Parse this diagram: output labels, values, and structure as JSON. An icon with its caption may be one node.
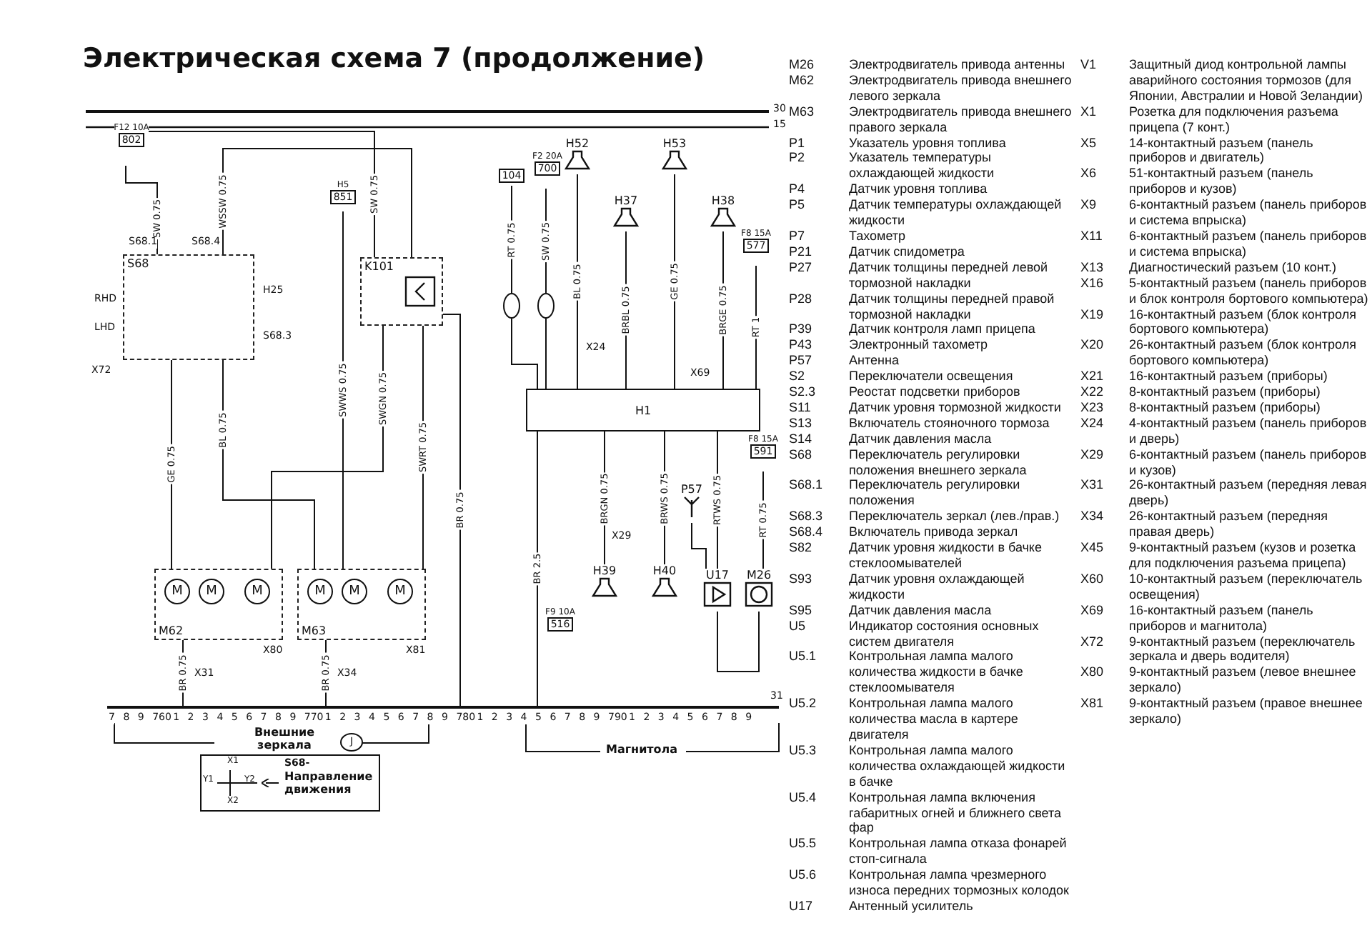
{
  "diagram": {
    "title": "Электрическая схема 7 (продолжение)",
    "nodes": [
      {
        "text": [
          "F12 10A",
          "802"
        ]
      },
      {
        "text": [
          "S68"
        ]
      },
      {
        "text": [
          "H5",
          "851"
        ]
      },
      {
        "text": [
          "K101"
        ]
      },
      {
        "text": [
          "M62"
        ]
      },
      {
        "text": [
          "M"
        ],
        "in": 4
      },
      {
        "text": [
          "M"
        ],
        "in": 4
      },
      {
        "text": [
          "M"
        ],
        "in": 4
      },
      {
        "text": [
          "M63"
        ]
      },
      {
        "text": [
          "M"
        ],
        "in": 8
      },
      {
        "text": [
          "M"
        ],
        "in": 8
      },
      {
        "text": [
          "M"
        ],
        "in": 8
      },
      {
        "text": [
          "104"
        ]
      },
      {
        "text": [
          "F2 20A",
          "700"
        ]
      },
      {
        "text": [
          "H52"
        ]
      },
      {
        "text": [
          "H37"
        ]
      },
      {
        "text": [
          "H53"
        ]
      },
      {
        "text": [
          "H38"
        ]
      },
      {
        "text": [
          "F8 15A",
          "577"
        ]
      },
      {
        "text": [],
        "shape": "circle"
      },
      {
        "text": [],
        "shape": "circle"
      },
      {
        "text": [
          "H1"
        ]
      },
      {
        "text": [
          "F8 15A",
          "591"
        ]
      },
      {
        "text": [
          "F9 10A",
          "516"
        ]
      },
      {
        "text": [
          "H39"
        ]
      },
      {
        "text": [
          "H40"
        ]
      },
      {
        "text": [
          "U17"
        ]
      },
      {
        "text": [
          "M26"
        ]
      },
      {
        "text": [
          "P57"
        ]
      },
      {
        "text": [],
        "shape": "bar"
      },
      {
        "text": [
          "S68-",
          "Направление движения",
          "X1",
          "Y1",
          "Y2",
          "X2"
        ]
      }
    ],
    "edges": [
      {
        "from": 0,
        "to": 1,
        "arrow": "none",
        "label": "SW 0.75"
      },
      {
        "from": 0,
        "to": 3,
        "arrow": "none",
        "label": "SW 0.75"
      },
      {
        "from": 1,
        "to": 3,
        "arrow": "none",
        "label": "WSSW 0.75"
      },
      {
        "from": 2,
        "to": 8,
        "arrow": "none",
        "label": "SWWS 0.75"
      },
      {
        "from": 3,
        "to": 4,
        "arrow": "none",
        "label": "SWGN 0.75"
      },
      {
        "from": 3,
        "to": 8,
        "arrow": "none",
        "label": "SWRT 0.75"
      },
      {
        "from": 1,
        "to": 4,
        "arrow": "none",
        "label": "GE 0.75"
      },
      {
        "from": 1,
        "to": 8,
        "arrow": "none",
        "label": "BL 0.75"
      },
      {
        "from": 4,
        "to": 29,
        "arrow": "none",
        "label": "BR 0.75"
      },
      {
        "from": 8,
        "to": 29,
        "arrow": "none",
        "label": "BR 0.75"
      },
      {
        "from": 3,
        "to": 29,
        "arrow": "none",
        "label": "BR 0.75"
      },
      {
        "from": 12,
        "to": 19,
        "arrow": "none",
        "label": "RT 0.75"
      },
      {
        "from": 13,
        "to": 20,
        "arrow": "none",
        "label": "SW 0.75"
      },
      {
        "from": 19,
        "to": 21,
        "arrow": "none"
      },
      {
        "from": 20,
        "to": 21,
        "arrow": "none"
      },
      {
        "from": 14,
        "to": 21,
        "arrow": "none",
        "label": "BL 0.75"
      },
      {
        "from": 15,
        "to": 21,
        "arrow": "none",
        "label": "BRBL 0.75"
      },
      {
        "from": 16,
        "to": 21,
        "arrow": "none",
        "label": "GE 0.75"
      },
      {
        "from": 17,
        "to": 21,
        "arrow": "none",
        "label": "BRGE 0.75"
      },
      {
        "from": 18,
        "to": 21,
        "arrow": "none",
        "label": "RT 1"
      },
      {
        "from": 21,
        "to": 24,
        "arrow": "none",
        "label": "BRGN 0.75"
      },
      {
        "from": 21,
        "to": 25,
        "arrow": "none",
        "label": "BRWS 0.75"
      },
      {
        "from": 21,
        "to": 26,
        "arrow": "none",
        "label": "RTWS 0.75"
      },
      {
        "from": 26,
        "to": 27,
        "arrow": "none"
      },
      {
        "from": 22,
        "to": 27,
        "arrow": "none",
        "label": "RT 0.75"
      },
      {
        "from": 21,
        "to": 29,
        "arrow": "none",
        "label": "BR 2.5"
      },
      {
        "from": 28,
        "to": 26,
        "arrow": "none"
      }
    ],
    "labels": [
      "30",
      "15",
      "S68.1",
      "S68.4",
      "H25",
      "S68.3",
      "RHD",
      "LHD",
      "X72",
      "X31",
      "X80",
      "X81",
      "X34",
      "X69",
      "X24",
      "X29",
      "7",
      "8",
      "9",
      "760",
      "1",
      "2",
      "3",
      "4",
      "5",
      "6",
      "7",
      "8",
      "9",
      "770",
      "1",
      "2",
      "3",
      "4",
      "5",
      "6",
      "7",
      "8",
      "9",
      "780",
      "1",
      "2",
      "3",
      "4",
      "5",
      "6",
      "7",
      "8",
      "9",
      "790",
      "1",
      "2",
      "3",
      "4",
      "5",
      "6",
      "7",
      "8",
      "9",
      "31",
      "Внешние зеркала",
      "J",
      "Магнитола",
      "M26",
      "Электродвигатель привода антенны",
      "M62",
      "Электродвигатель привода внешнего левого зеркала",
      "M63",
      "Электродвигатель привода внешнего правого зеркала",
      "P1",
      "Указатель уровня топлива",
      "P2",
      "Указатель температуры охлаждающей жидкости",
      "P4",
      "Датчик уровня топлива",
      "P5",
      "Датчик температуры охлаждающей жидкости",
      "P7",
      "Тахометр",
      "P21",
      "Датчик спидометра",
      "P27",
      "Датчик толщины передней левой тормозной накладки",
      "P28",
      "Датчик толщины передней правой тормозной накладки",
      "P39",
      "Датчик контроля ламп прицепа",
      "P43",
      "Электронный тахометр",
      "P57",
      "Антенна",
      "S2",
      "Переключатели освещения",
      "S2.3",
      "Реостат подсветки приборов",
      "S11",
      "Датчик уровня тормозной жидкости",
      "S13",
      "Включатель стояночного тормоза",
      "S14",
      "Датчик давления масла",
      "S68",
      "Переключатель регулировки положения внешнего зеркала",
      "S68.1",
      "Переключатель регулировки положения",
      "S68.3",
      "Переключатель зеркал (лев./прав.)",
      "S68.4",
      "Включатель привода зеркал",
      "S82",
      "Датчик уровня жидкости в бачке стеклоомывателей",
      "S93",
      "Датчик уровня охлаждающей жидкости",
      "S95",
      "Датчик давления масла",
      "U5",
      "Индикатор состояния основных систем двигателя",
      "U5.1",
      "Контрольная лампа малого количества жидкости в бачке стеклоомывателя",
      "U5.2",
      "Контрольная лампа малого количества масла в картере двигателя",
      "U5.3",
      "Контрольная лампа малого количества охлаждающей жидкости в бачке",
      "U5.4",
      "Контрольная лампа включения габаритных огней и ближнего света фар",
      "U5.5",
      "Контрольная лампа отказа фонарей стоп-сигнала",
      "U5.6",
      "Контрольная лампа чрезмерного износа передних тормозных колодок",
      "U17",
      "Антенный усилитель",
      "V1",
      "Защитный диод контрольной лампы аварийного состояния тормозов (для Японии, Австралии и Новой Зеландии)",
      "X1",
      "Розетка для подключения разъема прицепа (7 конт.)",
      "X5",
      "14-контактный разъем (панель приборов и двигатель)",
      "X6",
      "51-контактный разъем (панель приборов и кузов)",
      "X9",
      "6-контактный разъем (панель приборов и система впрыска)",
      "X11",
      "6-контактный разъем (панель приборов и система впрыска)",
      "X13",
      "Диагностический разъем (10 конт.)",
      "X16",
      "5-контактный разъем (панель приборов и блок контроля бортового компьютера)",
      "X19",
      "16-контактный разъем (блок контроля бортового компьютера)",
      "X20",
      "26-контактный разъем (блок контроля бортового компьютера)",
      "X21",
      "16-контактный разъем (приборы)",
      "X22",
      "8-контактный разъем (приборы)",
      "X23",
      "8-контактный разъем (приборы)",
      "X24",
      "4-контактный разъем (панель приборов и дверь)",
      "X29",
      "6-контактный разъем (панель приборов и кузов)",
      "X31",
      "26-контактный разъем (передняя левая дверь)",
      "X34",
      "26-контактный разъем (передняя правая дверь)",
      "X45",
      "9-контактный разъем (кузов и розетка для подключения разъема прицепа)",
      "X60",
      "10-контактный разъем (переключатель освещения)",
      "X69",
      "16-контактный разъем (панель приборов и магнитола)",
      "X72",
      "9-контактный разъем (переключатель зеркала и дверь водителя)",
      "X80",
      "9-контактный разъем (левое внешнее зеркало)",
      "X81",
      "9-контактный разъем (правое внешнее зеркало)"
    ]
  }
}
